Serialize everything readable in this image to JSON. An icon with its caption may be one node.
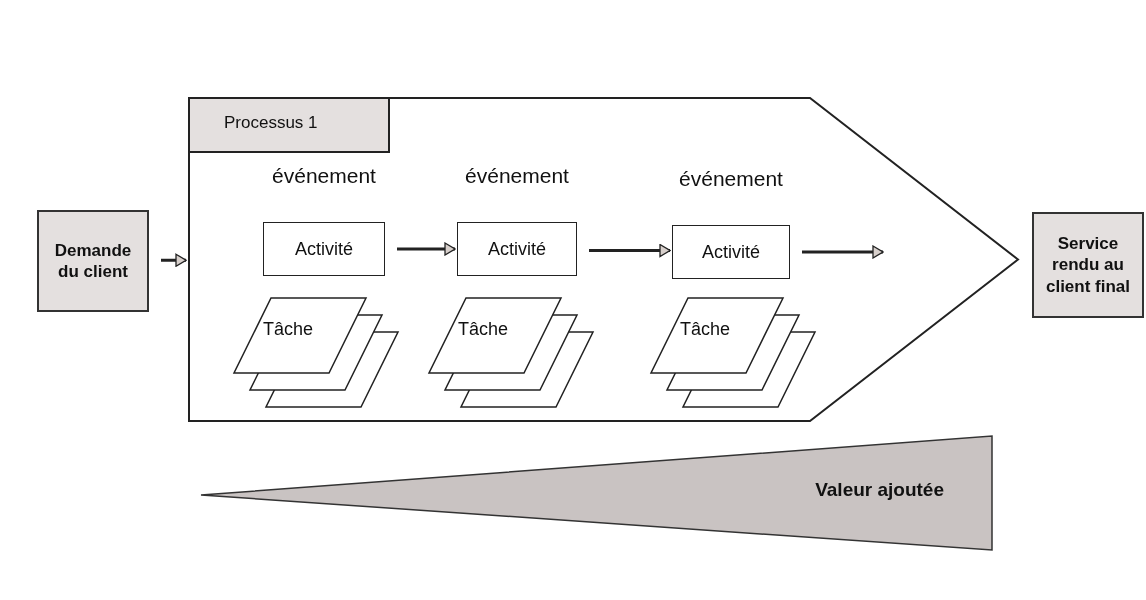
{
  "diagram": {
    "nodes": [
      {
        "text": [
          "Demande du client"
        ]
      },
      {
        "text": [
          "Processus 1"
        ]
      },
      {
        "text": [
          "Activité"
        ],
        "beside": [
          "événement"
        ],
        "in": 1
      },
      {
        "text": [
          "Tâche"
        ],
        "in": 1
      },
      {
        "text": [
          "Activité"
        ],
        "beside": [
          "événement"
        ],
        "in": 1
      },
      {
        "text": [
          "Tâche"
        ],
        "in": 1
      },
      {
        "text": [
          "Activité"
        ],
        "beside": [
          "événement"
        ],
        "in": 1
      },
      {
        "text": [
          "Tâche"
        ],
        "in": 1
      },
      {
        "text": [
          "Service rendu au client final"
        ]
      },
      {
        "text": [
          "Valeur ajoutée"
        ]
      }
    ],
    "edges": [
      {
        "from": 0,
        "to": 1,
        "arrow": "to"
      },
      {
        "from": 2,
        "to": 4,
        "arrow": "to"
      },
      {
        "from": 4,
        "to": 6,
        "arrow": "to"
      },
      {
        "from": 6,
        "to": null,
        "arrow": "to"
      }
    ]
  }
}
